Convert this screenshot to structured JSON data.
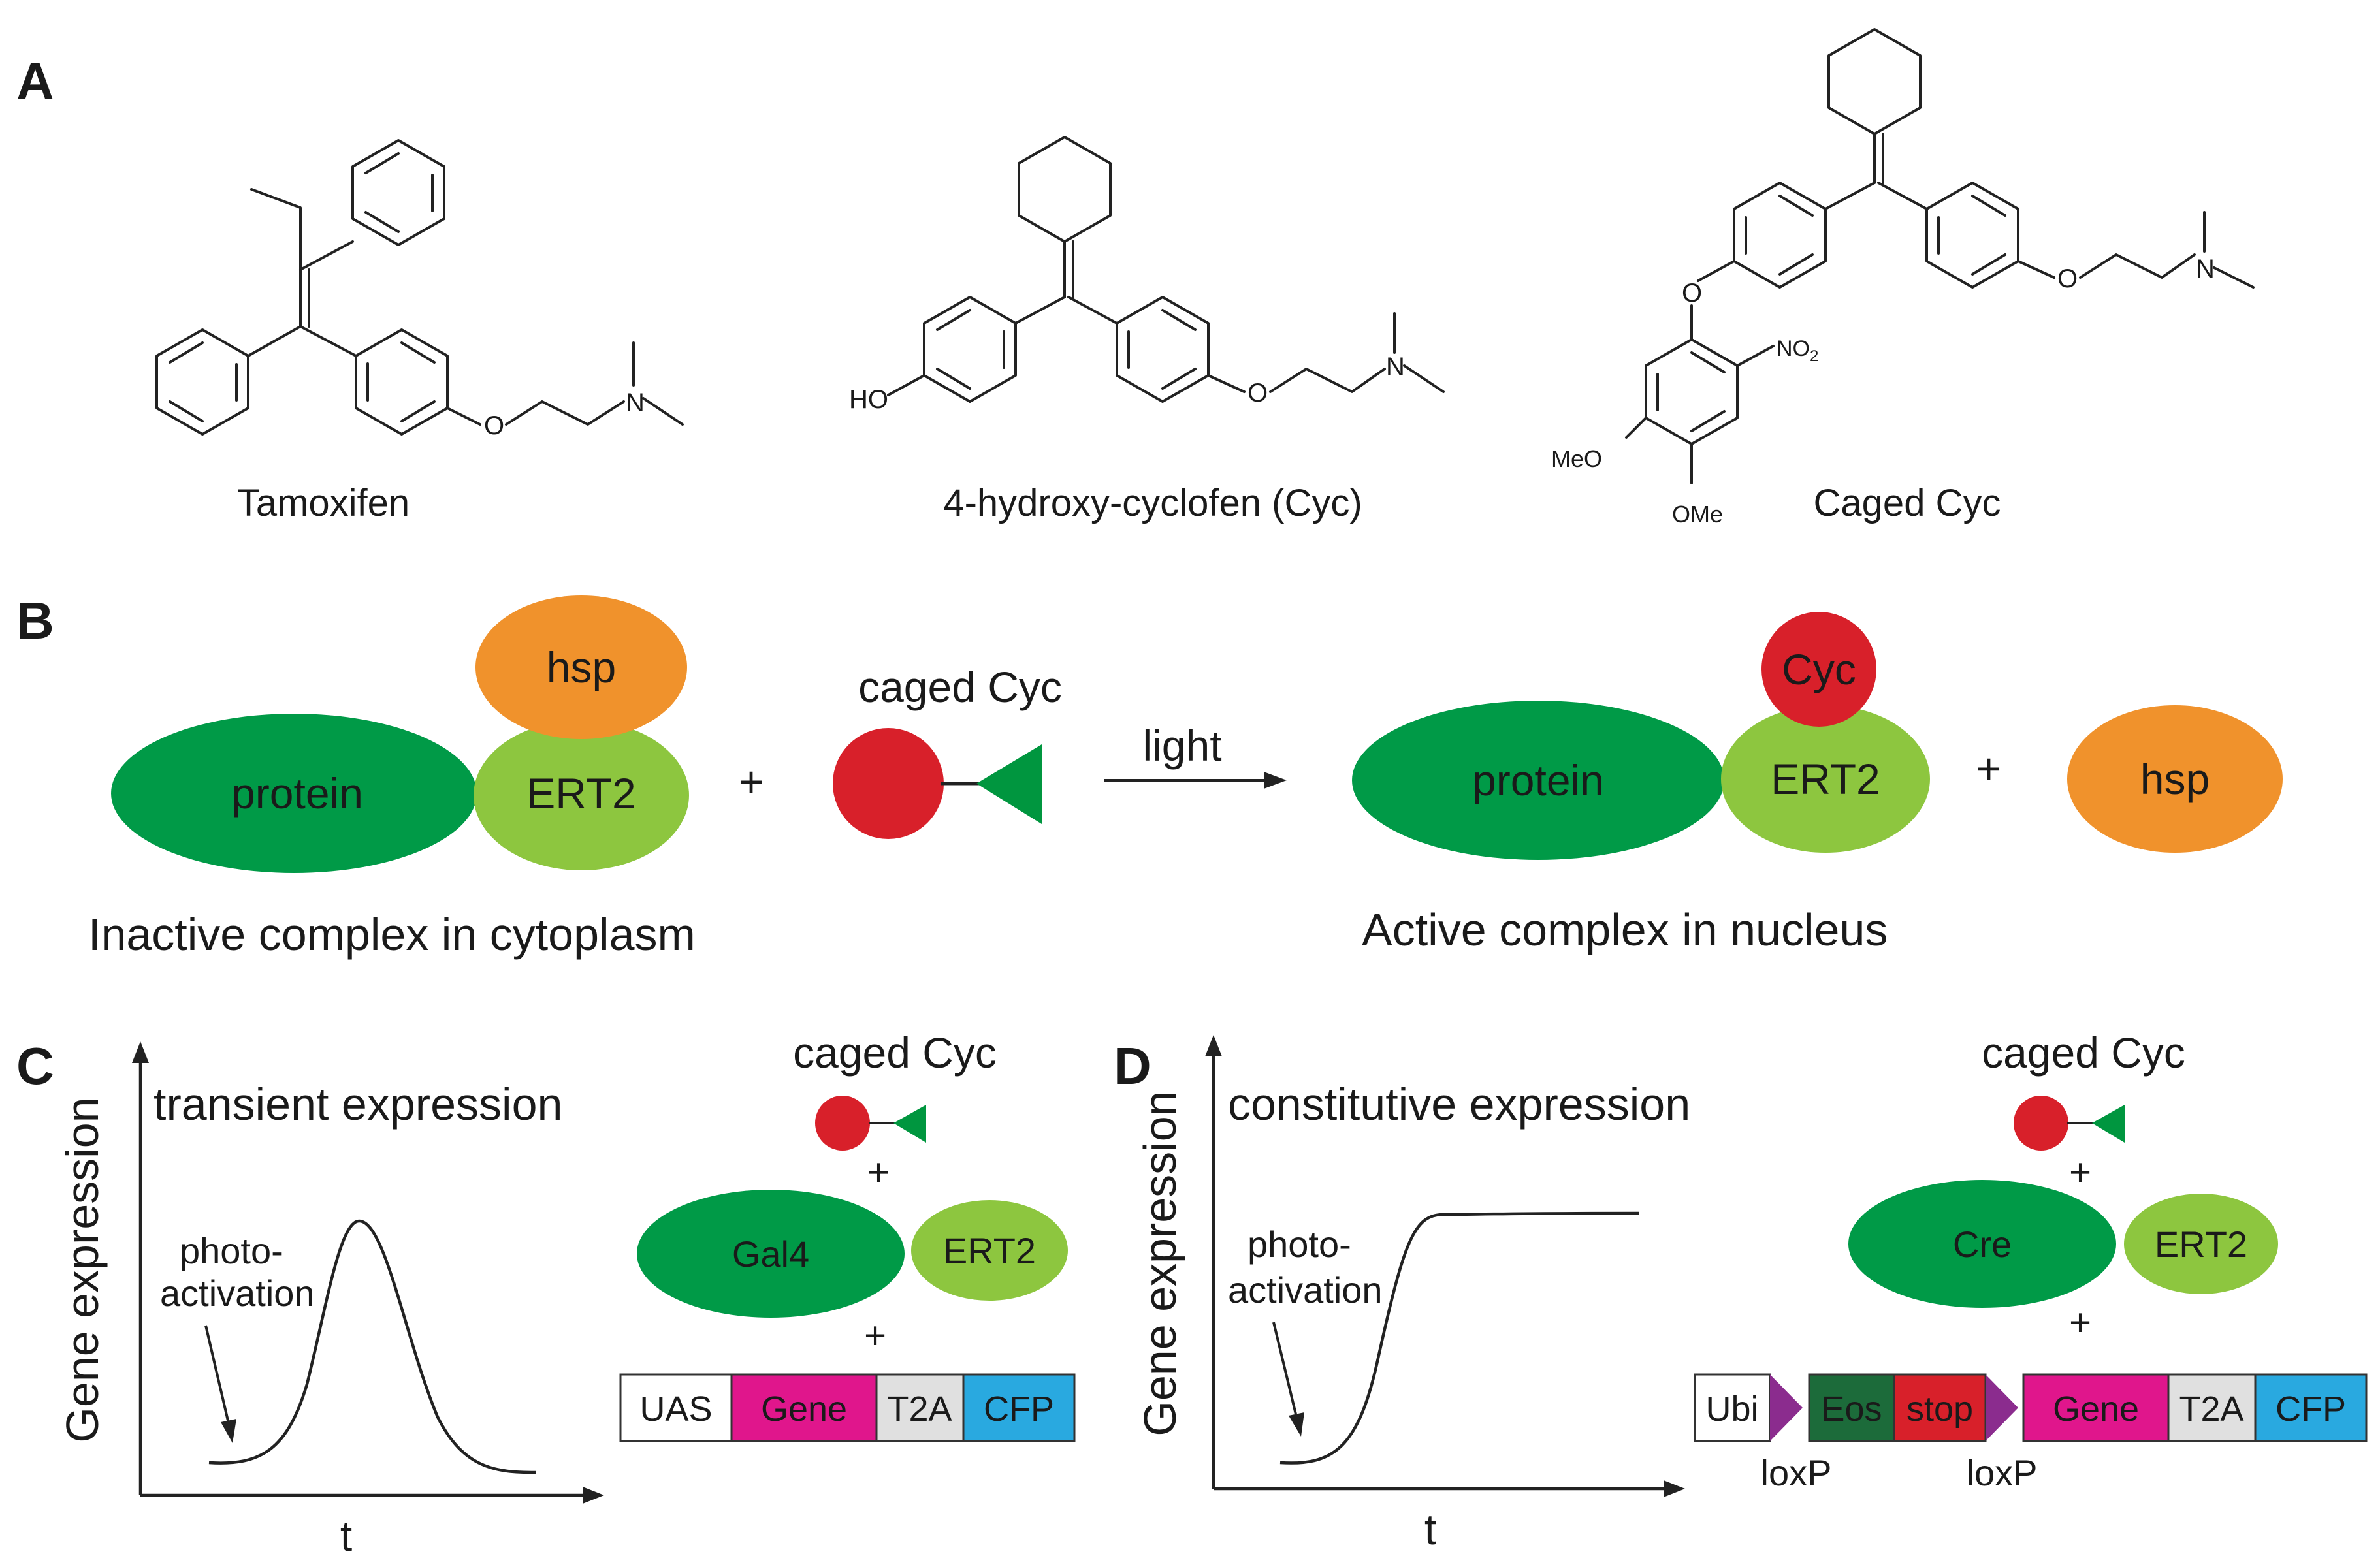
{
  "panels": {
    "a": {
      "label": "A",
      "molecules": [
        {
          "name": "Tamoxifen"
        },
        {
          "name": "4-hydroxy-cyclofen (Cyc)",
          "atoms": {
            "ho": "HO",
            "o": "O",
            "n": "N"
          }
        },
        {
          "name": "Caged Cyc",
          "atoms": {
            "o1": "O",
            "o2": "O",
            "n": "N",
            "no2": "NO",
            "no2_sub": "2",
            "meo": "MeO",
            "ome": "OMe"
          }
        }
      ],
      "tamoxifen_atoms": {
        "o": "O",
        "n": "N"
      }
    },
    "b": {
      "label": "B",
      "left": {
        "protein": "protein",
        "ert2": "ERT2",
        "hsp": "hsp",
        "caption": "Inactive complex in cytoplasm"
      },
      "plus1": "+",
      "caged_label": "caged Cyc",
      "arrow_label": "light",
      "right": {
        "protein": "protein",
        "ert2": "ERT2",
        "cyc": "Cyc",
        "caption": "Active complex in nucleus"
      },
      "plus2": "+",
      "hsp_free": "hsp"
    },
    "c": {
      "label": "C",
      "title": "transient expression",
      "ylabel": "Gene expression",
      "xlabel": "t",
      "annotation_line1": "photo-",
      "annotation_line2": "activation",
      "caged_label": "caged Cyc",
      "plus1": "+",
      "fusion": {
        "left": "Gal4",
        "right": "ERT2"
      },
      "plus2": "+",
      "construct": [
        "UAS",
        "Gene",
        "T2A",
        "CFP"
      ]
    },
    "d": {
      "label": "D",
      "title": "constitutive expression",
      "ylabel": "Gene expression",
      "xlabel": "t",
      "annotation_line1": "photo-",
      "annotation_line2": "activation",
      "caged_label": "caged Cyc",
      "plus1": "+",
      "fusion": {
        "left": "Cre",
        "right": "ERT2"
      },
      "plus2": "+",
      "construct": [
        "Ubi",
        "Eos",
        "stop",
        "Gene",
        "T2A",
        "CFP"
      ],
      "loxp1": "loxP",
      "loxp2": "loxP"
    }
  },
  "colors": {
    "protein": "#009a47",
    "ert2": "#8dc63f",
    "hsp": "#f0922c",
    "cyc": "#d8202a",
    "cage_triangle": "#00963f",
    "gene": "#e0168c",
    "t2a": "#e0e0e0",
    "cfp": "#29a9e0",
    "eos": "#1c6b3a",
    "stop": "#d8202a",
    "loxp": "#8b2c8e",
    "plain_box": "#ffffff"
  }
}
